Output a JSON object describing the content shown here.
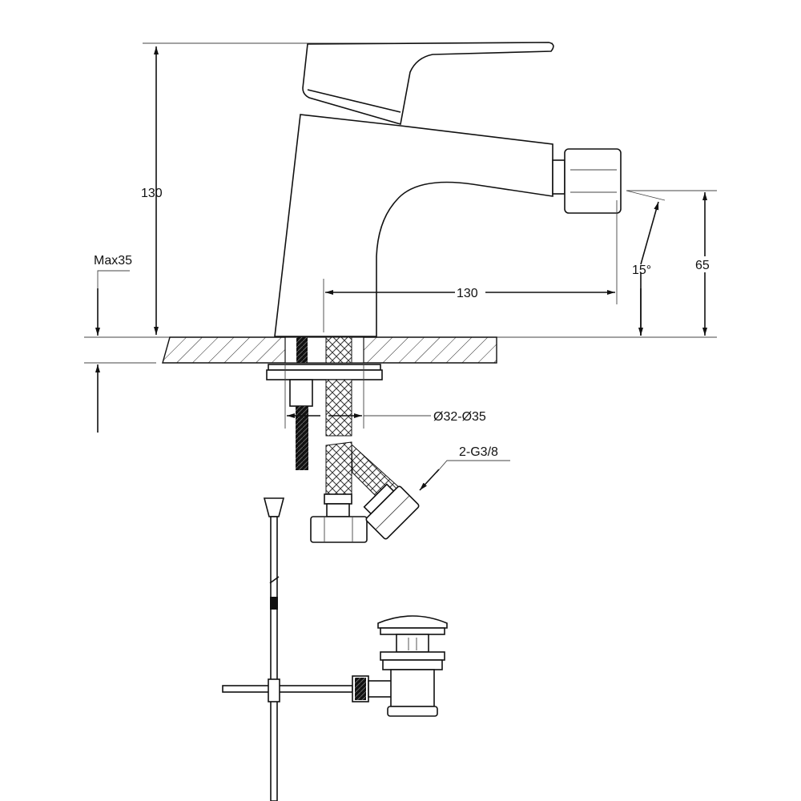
{
  "labels": {
    "height_total": "130",
    "max_thickness": "Max35",
    "spout_reach": "130",
    "spout_angle": "15°",
    "spout_height": "65",
    "hole_diameter": "Ø32-Ø35",
    "connections": "2-G3/8"
  }
}
